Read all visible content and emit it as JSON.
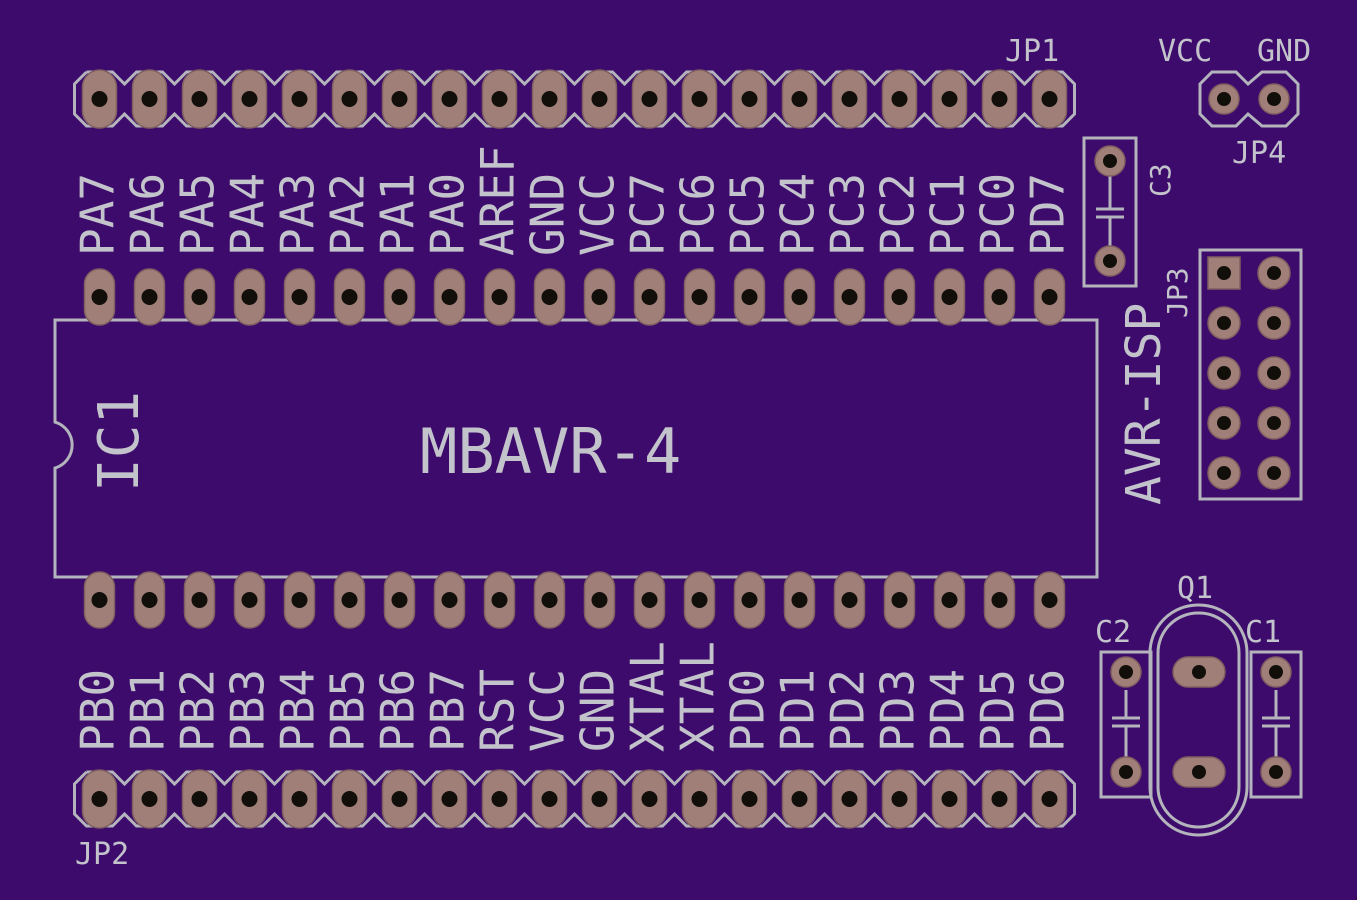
{
  "board": {
    "colors": {
      "background": "#3d0b6c",
      "silkscreen": "#c3c3cc",
      "copper_pad": "#a07f78",
      "drill": "#120f0a"
    }
  },
  "ic1": {
    "designator": "IC1",
    "value": "MBAVR-4",
    "top_labels": [
      "PA7",
      "PA6",
      "PA5",
      "PA4",
      "PA3",
      "PA2",
      "PA1",
      "PA0",
      "AREF",
      "GND",
      "VCC",
      "PC7",
      "PC6",
      "PC5",
      "PC4",
      "PC3",
      "PC2",
      "PC1",
      "PC0",
      "PD7"
    ],
    "bottom_labels": [
      "PB0",
      "PB1",
      "PB2",
      "PB3",
      "PB4",
      "PB5",
      "PB6",
      "PB7",
      "RST",
      "VCC",
      "GND",
      "XTAL",
      "XTAL",
      "PD0",
      "PD1",
      "PD2",
      "PD3",
      "PD4",
      "PD5",
      "PD6"
    ]
  },
  "jp1": {
    "designator": "JP1"
  },
  "jp2": {
    "designator": "JP2"
  },
  "jp3": {
    "designator": "JP3",
    "value": "AVR-ISP"
  },
  "jp4": {
    "designator": "JP4",
    "labels": [
      "VCC",
      "GND"
    ]
  },
  "c1": {
    "designator": "C1"
  },
  "c2": {
    "designator": "C2"
  },
  "c3": {
    "designator": "C3"
  },
  "q1": {
    "designator": "Q1"
  }
}
